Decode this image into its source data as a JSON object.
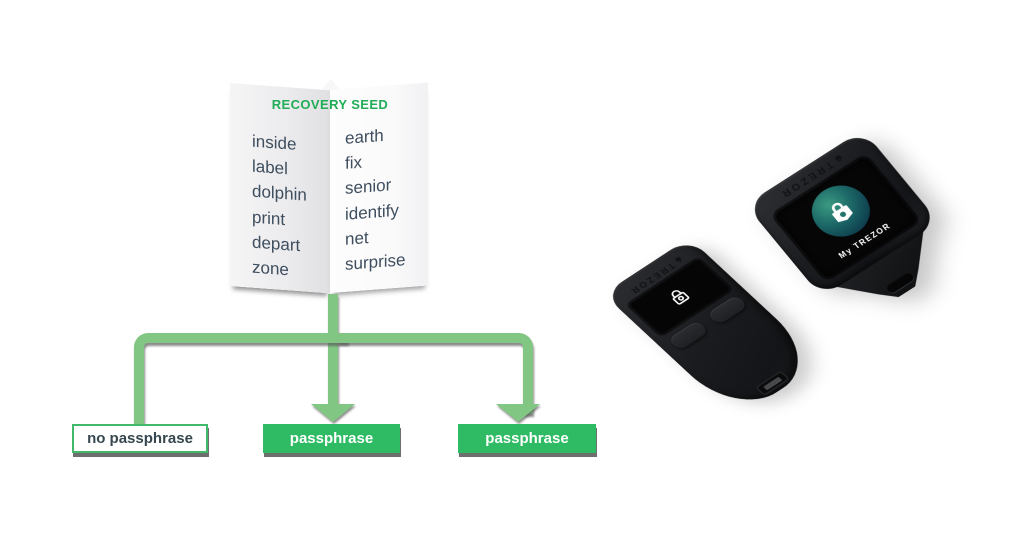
{
  "seed_card": {
    "title": "RECOVERY SEED",
    "words_left": [
      "inside",
      "label",
      "dolphin",
      "print",
      "depart",
      "zone"
    ],
    "words_right": [
      "earth",
      "fix",
      "senior",
      "identify",
      "net",
      "surprise"
    ]
  },
  "flow": {
    "options": [
      {
        "label": "no passphrase",
        "variant": "outline"
      },
      {
        "label": "passphrase",
        "variant": "filled"
      },
      {
        "label": "passphrase",
        "variant": "filled"
      }
    ]
  },
  "devices": {
    "trezor_one": {
      "brand": "TREZOR",
      "screen_icon": "padlock-outline-icon"
    },
    "trezor_model_t": {
      "brand": "TREZOR",
      "screen_icon": "padlock-icon",
      "screen_label": "My TREZOR"
    }
  },
  "icons": {
    "logo_icon": "trezor-lock-icon"
  },
  "colors": {
    "title_green": "#20ad55",
    "connector_green": "#82c684",
    "box_green": "#2ebb63",
    "box_border_green": "#43b86a",
    "dark_text": "#37474f",
    "word_text": "#3e4e5e",
    "shadow_gray": "#6e6e6e",
    "device_black": "#1b1c1f",
    "screen_teal": "#1d6a68"
  }
}
